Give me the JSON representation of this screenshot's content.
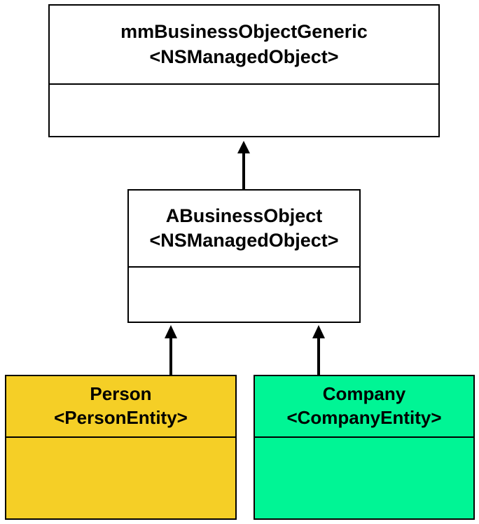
{
  "diagram": {
    "classes": [
      {
        "id": "generic",
        "name": "mmBusinessObjectGeneric",
        "stereotype": "<NSManagedObject>",
        "fill": "#ffffff"
      },
      {
        "id": "abusiness",
        "name": "ABusinessObject",
        "stereotype": "<NSManagedObject>",
        "fill": "#ffffff"
      },
      {
        "id": "person",
        "name": "Person",
        "stereotype": "<PersonEntity>",
        "fill": "#f5cf26"
      },
      {
        "id": "company",
        "name": "Company",
        "stereotype": "<CompanyEntity>",
        "fill": "#00f595"
      }
    ],
    "relations": [
      {
        "from": "abusiness",
        "to": "generic",
        "type": "inheritance"
      },
      {
        "from": "person",
        "to": "abusiness",
        "type": "inheritance"
      },
      {
        "from": "company",
        "to": "abusiness",
        "type": "inheritance"
      }
    ]
  }
}
